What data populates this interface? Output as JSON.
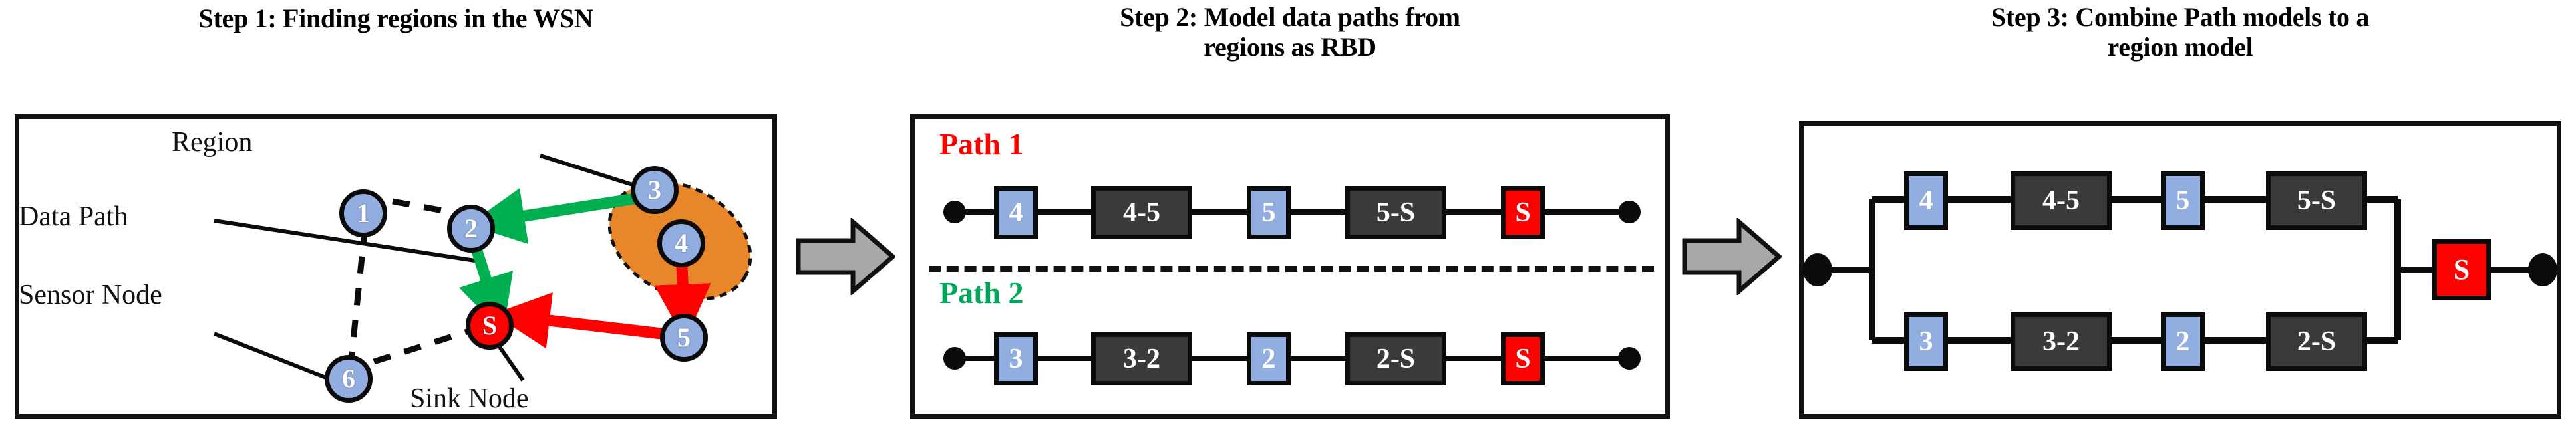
{
  "steps": [
    {
      "title": "Step 1: Finding regions in the WSN"
    },
    {
      "title_line1": "Step 2: Model data paths from",
      "title_line2": "regions as RBD"
    },
    {
      "title_line1": "Step 3: Combine Path models to a",
      "title_line2": "region model"
    }
  ],
  "step1": {
    "legend": {
      "region": "Region",
      "data_path": "Data Path",
      "sensor_node": "Sensor Node",
      "sink_node": "Sink Node"
    },
    "nodes": [
      {
        "id": "1",
        "label": "1",
        "type": "sensor"
      },
      {
        "id": "2",
        "label": "2",
        "type": "sensor"
      },
      {
        "id": "3",
        "label": "3",
        "type": "sensor"
      },
      {
        "id": "4",
        "label": "4",
        "type": "sensor"
      },
      {
        "id": "5",
        "label": "5",
        "type": "sensor"
      },
      {
        "id": "6",
        "label": "6",
        "type": "sensor"
      },
      {
        "id": "S",
        "label": "S",
        "type": "sink"
      }
    ],
    "region_members": [
      "3",
      "4"
    ],
    "path1_edges": [
      "4 -> 5",
      "5 -> S"
    ],
    "path2_edges": [
      "3 -> 2",
      "2 -> S"
    ]
  },
  "step2": {
    "path1_label": "Path 1",
    "path2_label": "Path 2",
    "path1_blocks": [
      {
        "label": "4",
        "kind": "blue"
      },
      {
        "label": "4-5",
        "kind": "dark"
      },
      {
        "label": "5",
        "kind": "blue"
      },
      {
        "label": "5-S",
        "kind": "dark"
      },
      {
        "label": "S",
        "kind": "red"
      }
    ],
    "path2_blocks": [
      {
        "label": "3",
        "kind": "blue"
      },
      {
        "label": "3-2",
        "kind": "dark"
      },
      {
        "label": "2",
        "kind": "blue"
      },
      {
        "label": "2-S",
        "kind": "dark"
      },
      {
        "label": "S",
        "kind": "red"
      }
    ]
  },
  "step3": {
    "top_branch_blocks": [
      {
        "label": "4",
        "kind": "blue"
      },
      {
        "label": "4-5",
        "kind": "dark"
      },
      {
        "label": "5",
        "kind": "blue"
      },
      {
        "label": "5-S",
        "kind": "dark"
      }
    ],
    "bottom_branch_blocks": [
      {
        "label": "3",
        "kind": "blue"
      },
      {
        "label": "3-2",
        "kind": "dark"
      },
      {
        "label": "2",
        "kind": "blue"
      },
      {
        "label": "2-S",
        "kind": "dark"
      }
    ],
    "series_block": {
      "label": "S",
      "kind": "red"
    }
  },
  "colors": {
    "sensor_blue": "#92ADDF",
    "sink_red": "#FF0000",
    "rbd_dark": "#3A3A3A",
    "region_orange": "#E8862A",
    "path1_red": "#FF0000",
    "path2_green": "#00A65A",
    "arrow_gray": "#A8A8A8",
    "outline_black": "#0B0B0B"
  }
}
